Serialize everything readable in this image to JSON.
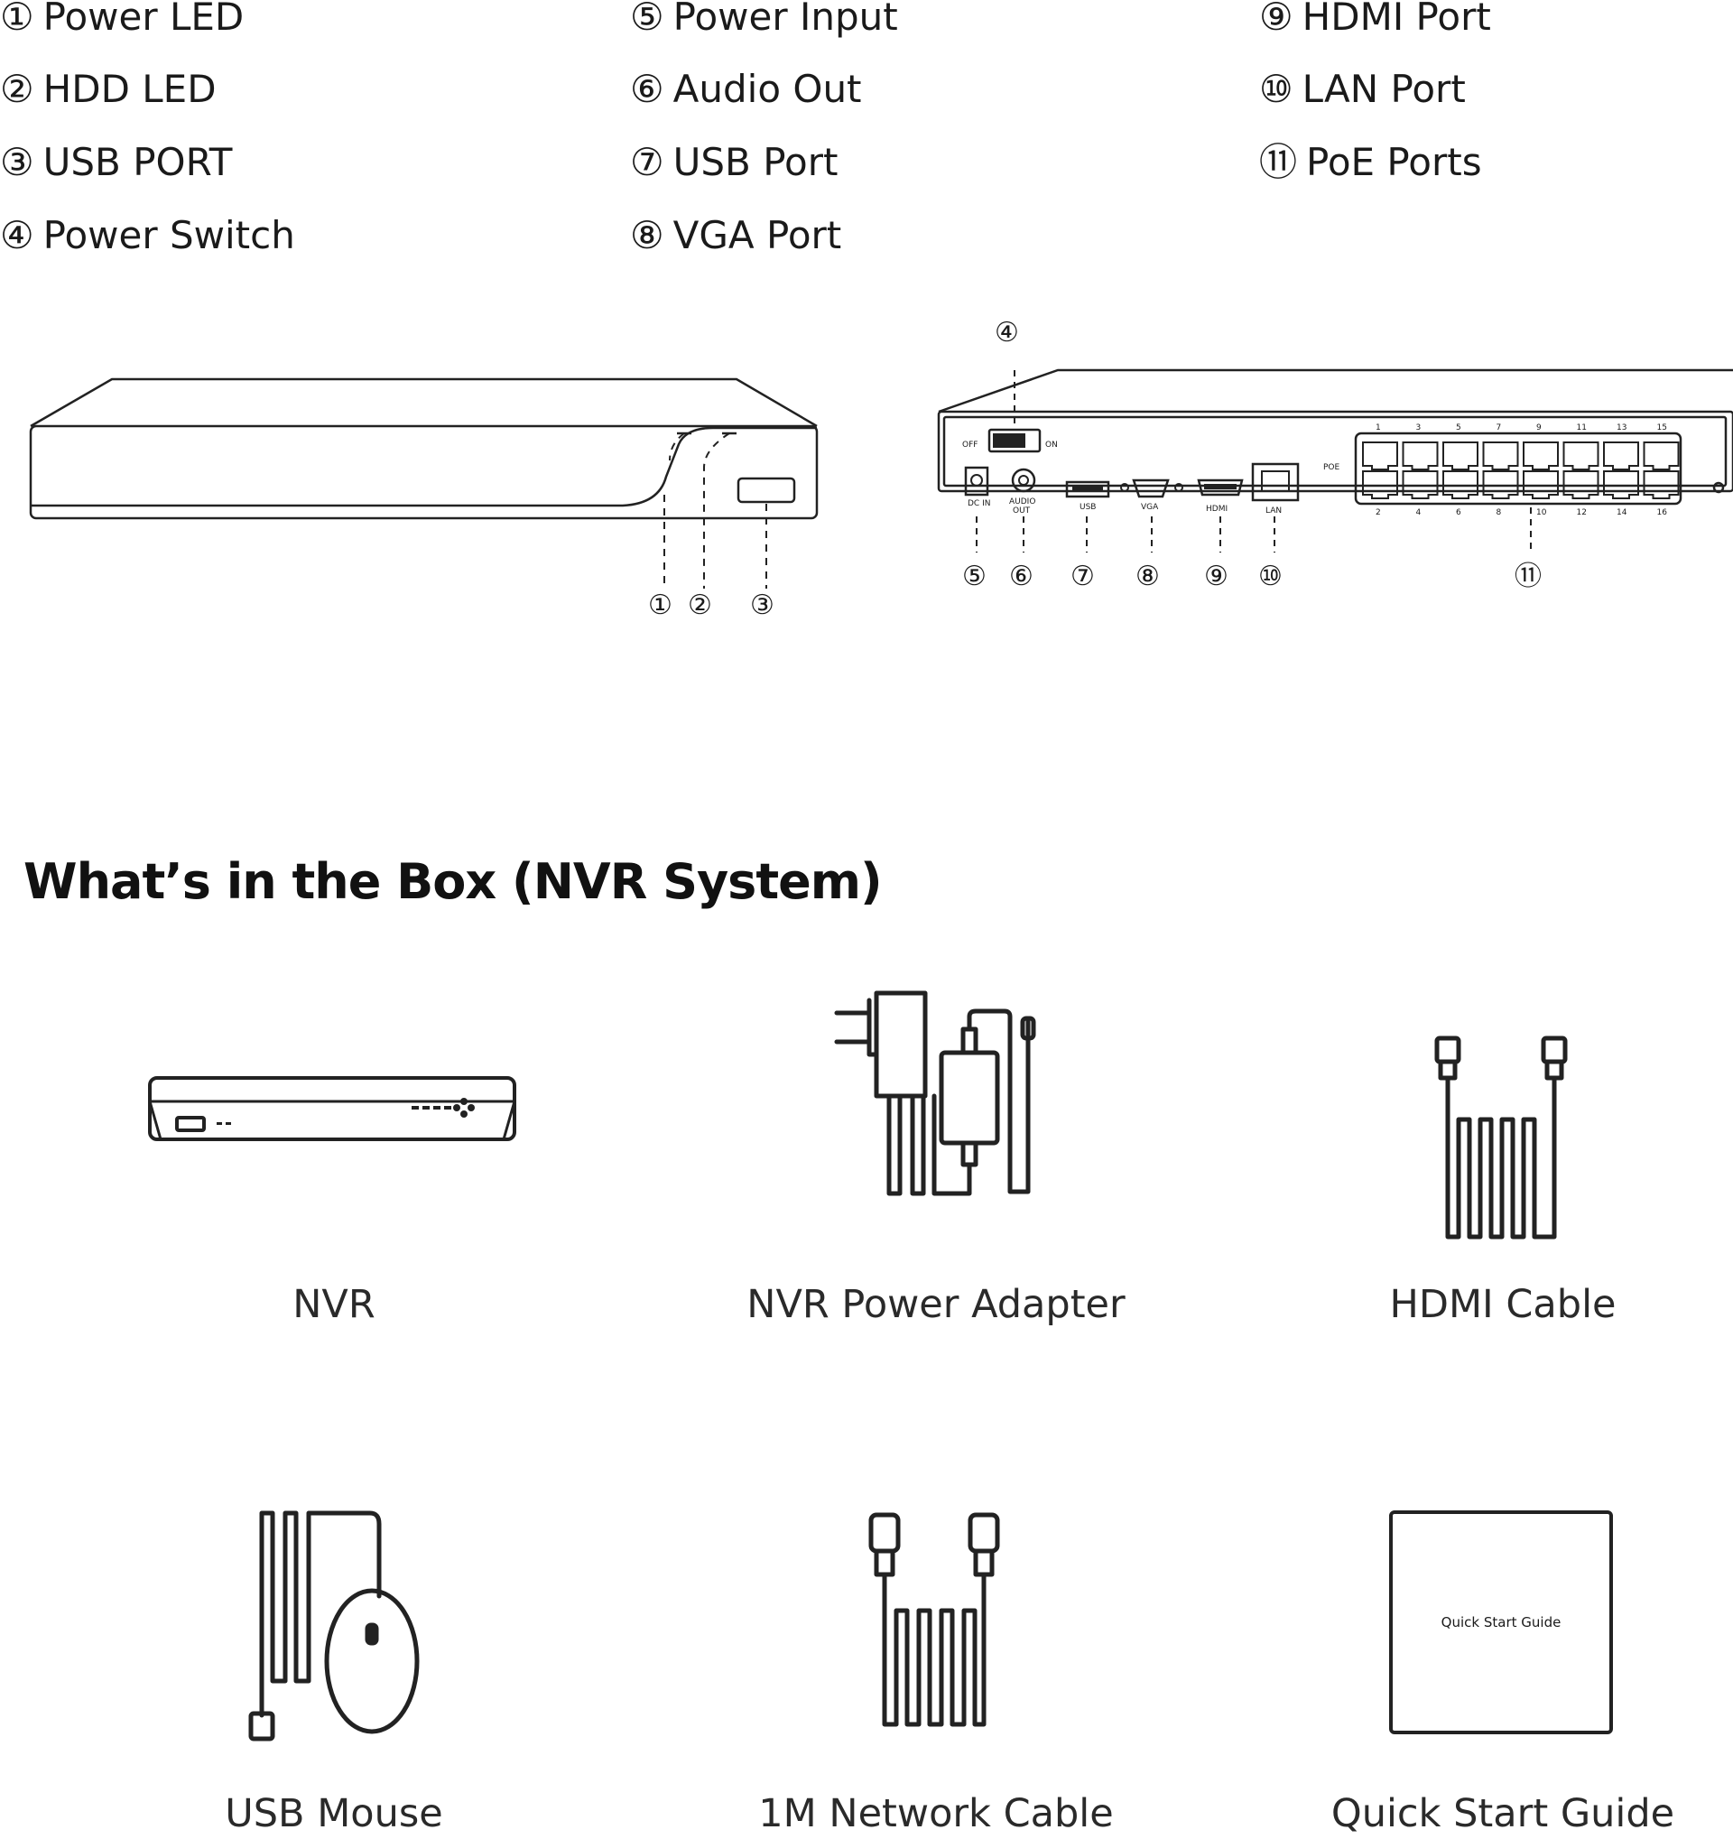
{
  "legend": [
    {
      "num": "①",
      "label": "Power LED"
    },
    {
      "num": "②",
      "label": "HDD LED"
    },
    {
      "num": "③",
      "label": "USB PORT"
    },
    {
      "num": "④",
      "label": "Power Switch"
    },
    {
      "num": "⑤",
      "label": "Power Input"
    },
    {
      "num": "⑥",
      "label": "Audio Out"
    },
    {
      "num": "⑦",
      "label": "USB Port"
    },
    {
      "num": "⑧",
      "label": "VGA Port"
    },
    {
      "num": "⑨",
      "label": "HDMI Port"
    },
    {
      "num": "⑩",
      "label": "LAN Port"
    },
    {
      "num": "⑪",
      "label": "PoE Ports"
    }
  ],
  "rear_panel": {
    "switch_off": "OFF",
    "switch_on": "ON",
    "dc_in": "DC IN",
    "audio_out_1": "AUDIO",
    "audio_out_2": "OUT",
    "usb": "USB",
    "vga": "VGA",
    "hdmi": "HDMI",
    "lan": "LAN",
    "poe": "POE",
    "poe_top_numbers": [
      "1",
      "3",
      "5",
      "7",
      "9",
      "11",
      "13",
      "15"
    ],
    "poe_bottom_numbers": [
      "2",
      "4",
      "6",
      "8",
      "10",
      "12",
      "14",
      "16"
    ]
  },
  "box_title": "What’s in the Box (NVR System)",
  "box_items": [
    {
      "label": "NVR"
    },
    {
      "label": "NVR Power Adapter"
    },
    {
      "label": "HDMI Cable"
    },
    {
      "label": "USB Mouse"
    },
    {
      "label": "1M Network Cable"
    },
    {
      "label": "Quick Start Guide"
    }
  ],
  "guide_cover_text": "Quick Start Guide"
}
